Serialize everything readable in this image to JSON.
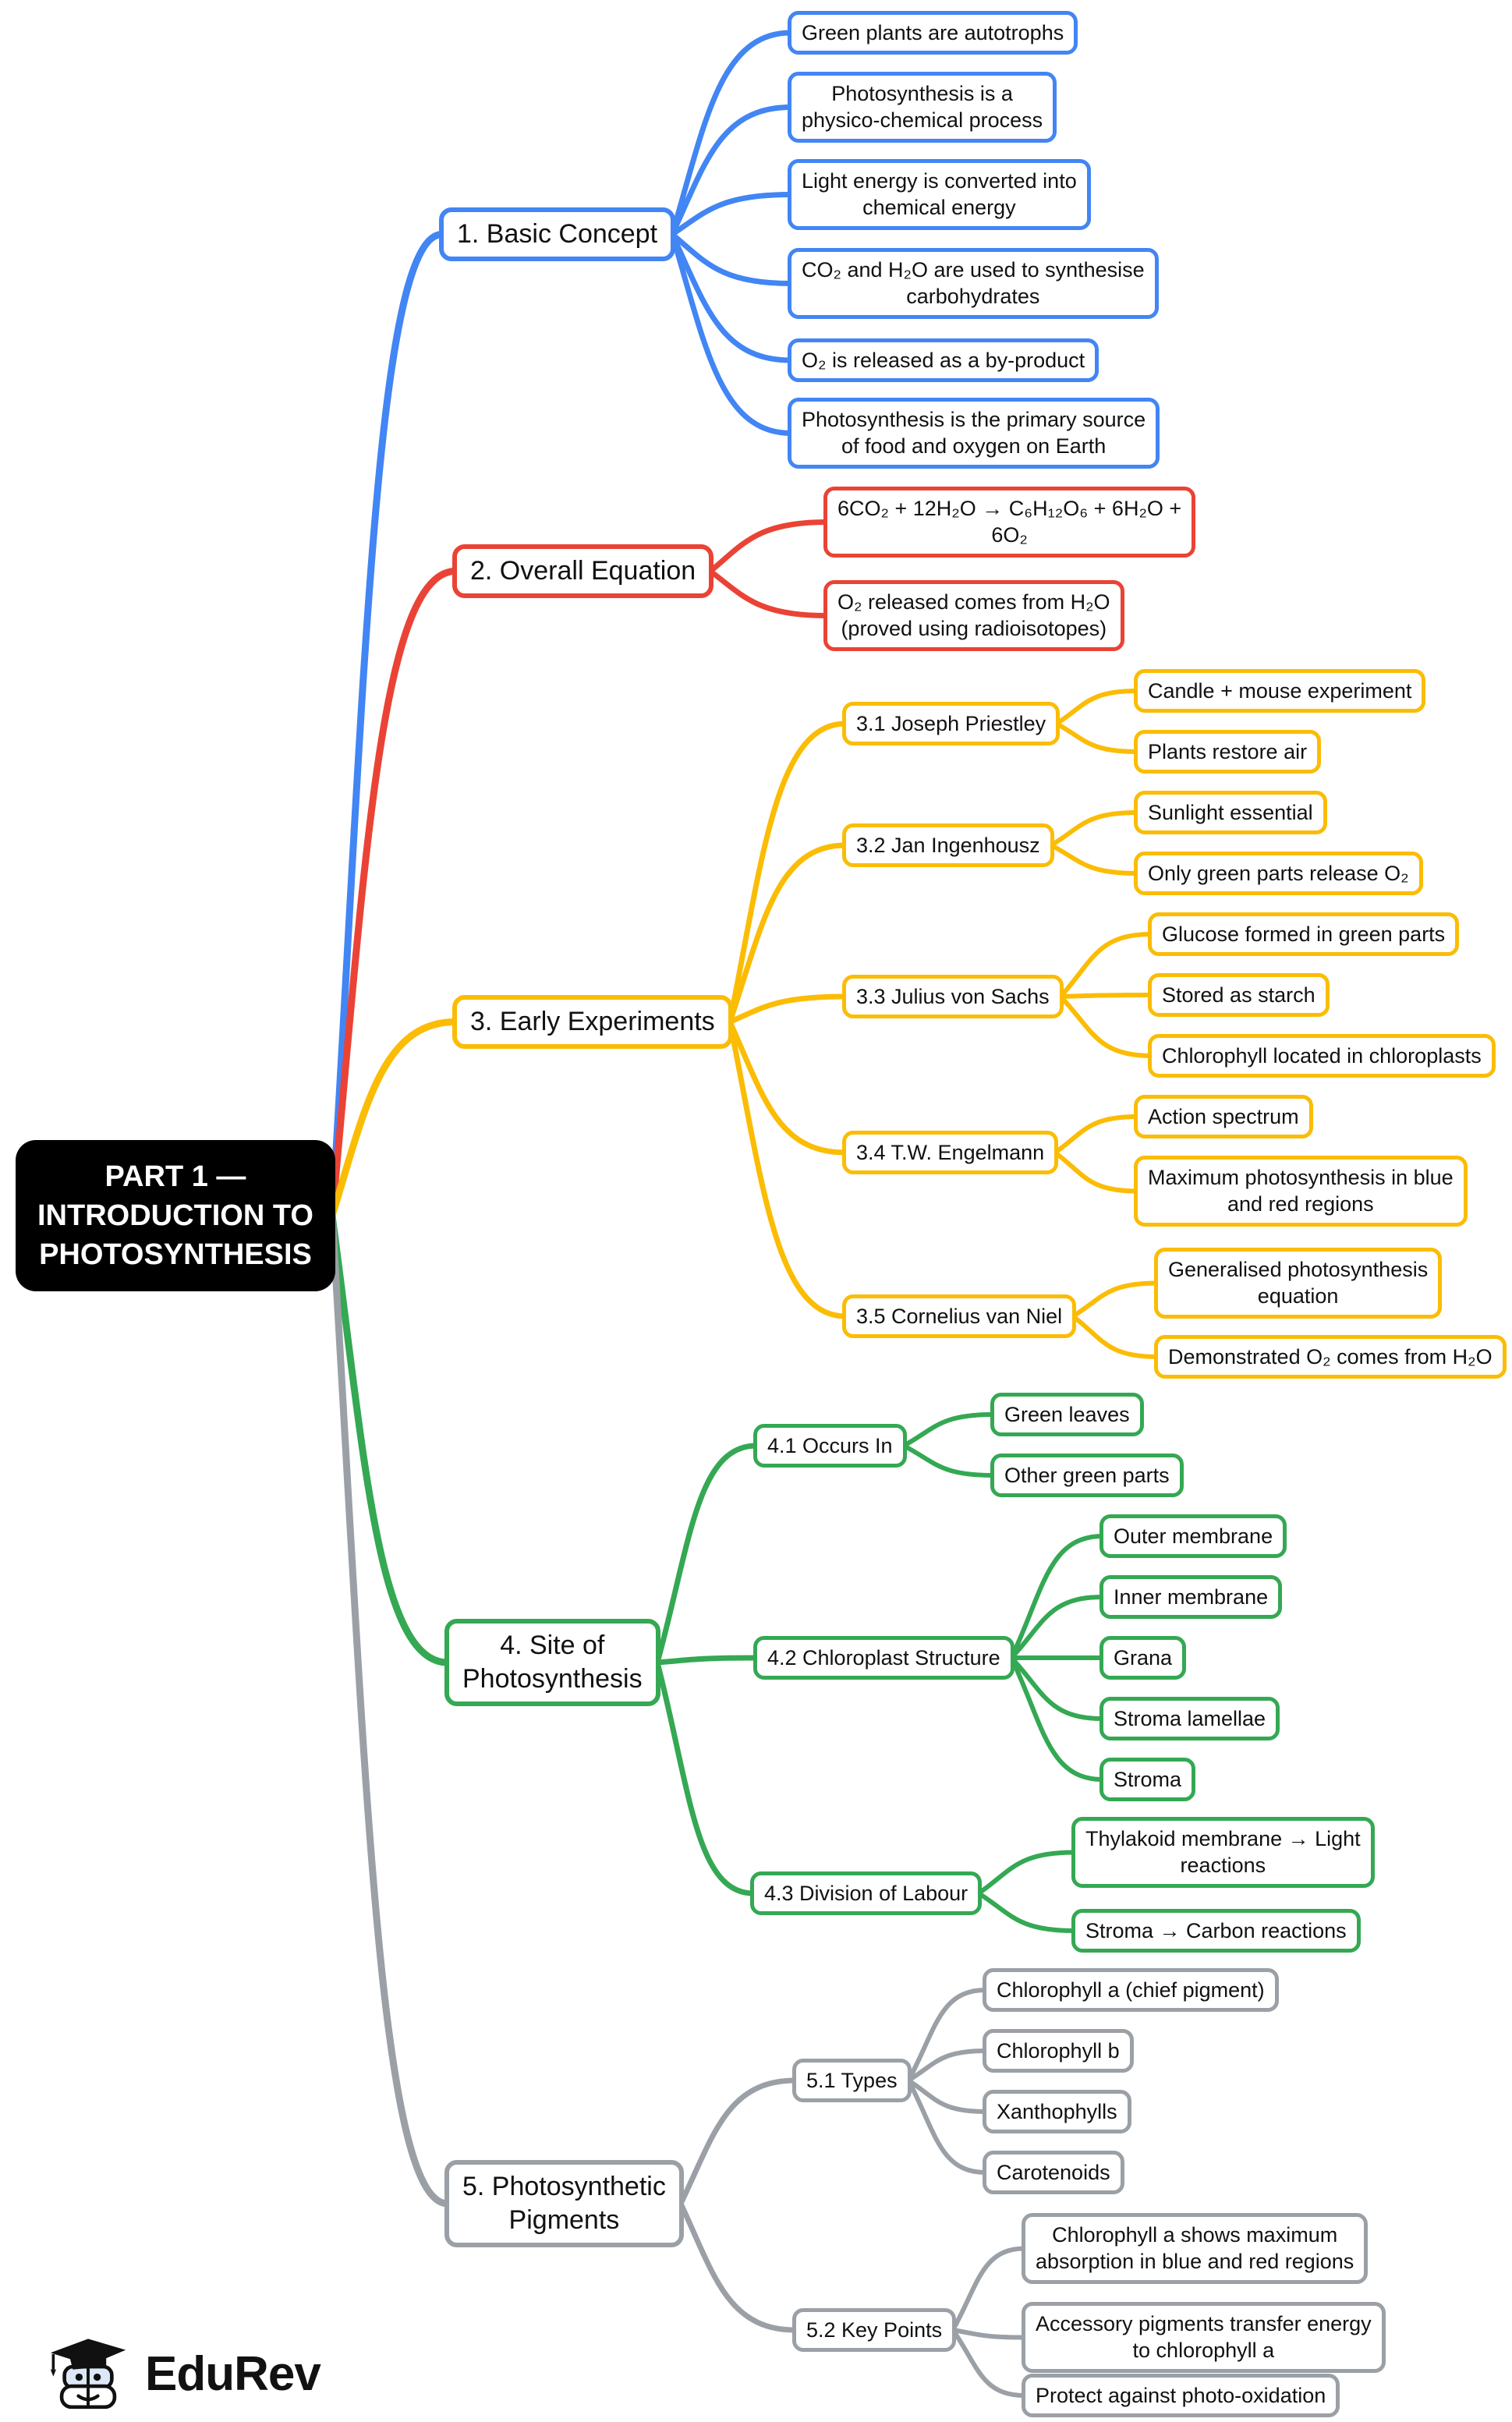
{
  "root": {
    "label": "PART 1 —\nINTRODUCTION TO\nPHOTOSYNTHESIS",
    "bg": "#000000",
    "fg": "#FFFFFF"
  },
  "branches": [
    {
      "label": "1. Basic Concept",
      "color": "#4285F4",
      "leaves": [
        "Green plants are autotrophs",
        "Photosynthesis is a\nphysico-chemical process",
        "Light energy is converted into\nchemical energy",
        "CO₂ and H₂O are used to synthesise\ncarbohydrates",
        "O₂ is released as a by-product",
        "Photosynthesis is the primary source\nof food and oxygen on Earth"
      ]
    },
    {
      "label": "2. Overall Equation",
      "color": "#EA4335",
      "leaves": [
        "6CO₂ + 12H₂O → C₆H₁₂O₆ + 6H₂O +\n6O₂",
        "O₂ released comes from H₂O\n(proved using radioisotopes)"
      ]
    },
    {
      "label": "3. Early Experiments",
      "color": "#FBBC04",
      "subs": [
        {
          "label": "3.1 Joseph Priestley",
          "leaves": [
            "Candle + mouse experiment",
            "Plants restore air"
          ]
        },
        {
          "label": "3.2 Jan Ingenhousz",
          "leaves": [
            "Sunlight essential",
            "Only green parts release O₂"
          ]
        },
        {
          "label": "3.3 Julius von Sachs",
          "leaves": [
            "Glucose formed in green parts",
            "Stored as starch",
            "Chlorophyll located in chloroplasts"
          ]
        },
        {
          "label": "3.4 T.W. Engelmann",
          "leaves": [
            "Action spectrum",
            "Maximum photosynthesis in blue\nand red regions"
          ]
        },
        {
          "label": "3.5 Cornelius van Niel",
          "leaves": [
            "Generalised photosynthesis\nequation",
            "Demonstrated O₂ comes from H₂O"
          ]
        }
      ]
    },
    {
      "label": "4. Site of\nPhotosynthesis",
      "color": "#34A853",
      "subs": [
        {
          "label": "4.1 Occurs In",
          "leaves": [
            "Green leaves",
            "Other green parts"
          ]
        },
        {
          "label": "4.2 Chloroplast Structure",
          "leaves": [
            "Outer membrane",
            "Inner membrane",
            "Grana",
            "Stroma lamellae",
            "Stroma"
          ]
        },
        {
          "label": "4.3 Division of Labour",
          "leaves": [
            "Thylakoid membrane → Light\nreactions",
            "Stroma → Carbon reactions"
          ]
        }
      ]
    },
    {
      "label": "5. Photosynthetic\nPigments",
      "color": "#9AA0A6",
      "subs": [
        {
          "label": "5.1 Types",
          "leaves": [
            "Chlorophyll a (chief pigment)",
            "Chlorophyll b",
            "Xanthophylls",
            "Carotenoids"
          ]
        },
        {
          "label": "5.2 Key Points",
          "leaves": [
            "Chlorophyll a shows maximum\nabsorption in blue and red regions",
            "Accessory pigments transfer energy\nto chlorophyll a",
            "Protect against photo-oxidation"
          ]
        }
      ]
    }
  ],
  "logo": {
    "text": "EduRev"
  }
}
